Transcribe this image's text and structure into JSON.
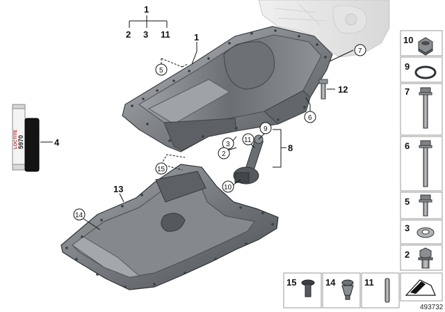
{
  "diagram_id": "493732",
  "colors": {
    "metal_dark": "#5b5f63",
    "metal_mid": "#8a8e92",
    "metal_light": "#c3c6c9",
    "panel_border": "#9a9a9a"
  },
  "callouts": {
    "tree_top": "1",
    "tree_a": "2",
    "tree_b": "3",
    "tree_c": "11",
    "upper_pan": "1",
    "c5": "5",
    "c7": "7",
    "c6": "6",
    "c12": "12",
    "c3": "3",
    "c2": "2",
    "c9": "9",
    "c11": "11",
    "c8": "8",
    "c10": "10",
    "c15": "15",
    "c13": "13",
    "c14": "14",
    "c4": "4"
  },
  "sealant_label": {
    "line1": "LOCTITE",
    "line2": "5970"
  },
  "side_panel": [
    {
      "num": "10",
      "icon": "hex-nut-icon"
    },
    {
      "num": "9",
      "icon": "sealing-ring-icon"
    },
    {
      "num": "7",
      "icon": "bolt-short-icon"
    },
    {
      "num": "6",
      "icon": "bolt-long-icon"
    },
    {
      "num": "5",
      "icon": "bolt-flange-icon"
    },
    {
      "num": "3",
      "icon": "washer-icon"
    },
    {
      "num": "2",
      "icon": "drain-plug-icon"
    }
  ],
  "bottom_panel": [
    {
      "num": "15",
      "icon": "expansion-rivet-icon"
    },
    {
      "num": "14",
      "icon": "clip-icon"
    },
    {
      "num": "11",
      "icon": "stud-icon"
    }
  ]
}
